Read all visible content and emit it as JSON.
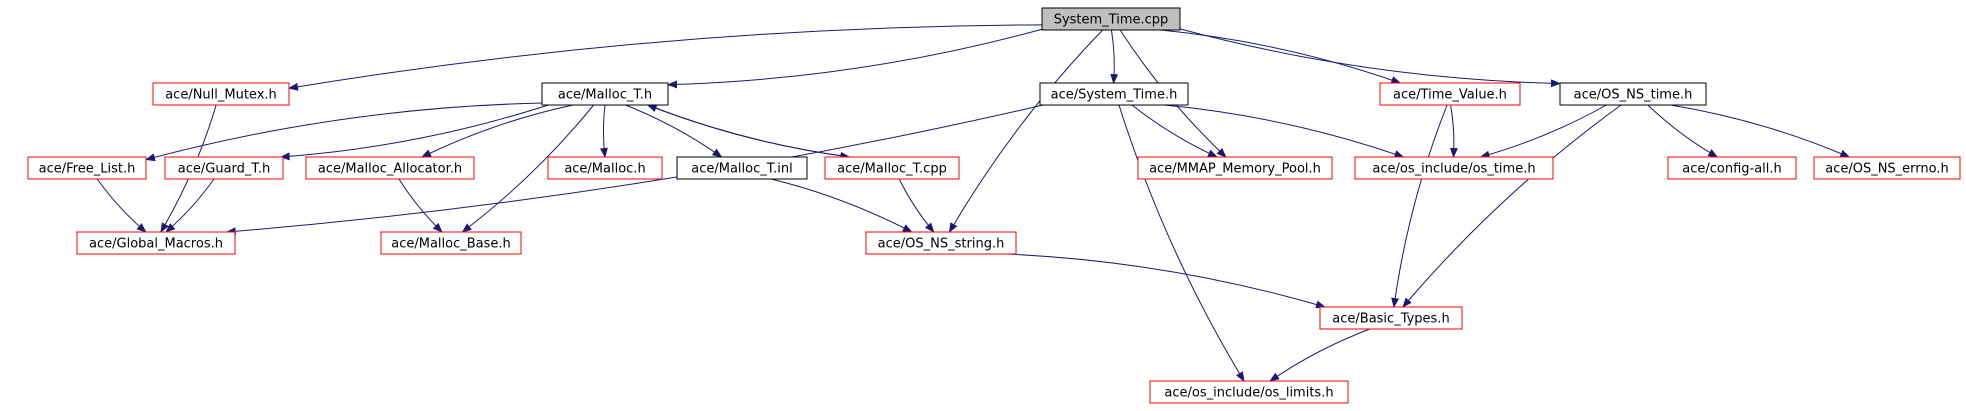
{
  "graph": {
    "title": "System_Time.cpp",
    "colors": {
      "edge": "#191970",
      "focus_fill": "#bfbfbf",
      "focus_border": "#000000",
      "documented_border": "#000000",
      "undocumented_border": "#ff0000",
      "node_fill": "#ffffff"
    },
    "nodes": [
      {
        "id": "system_time_cpp",
        "label": "System_Time.cpp",
        "kind": "focus"
      },
      {
        "id": "null_mutex_h",
        "label": "ace/Null_Mutex.h",
        "kind": "undocumented"
      },
      {
        "id": "malloc_t_h",
        "label": "ace/Malloc_T.h",
        "kind": "documented"
      },
      {
        "id": "system_time_h",
        "label": "ace/System_Time.h",
        "kind": "documented"
      },
      {
        "id": "time_value_h",
        "label": "ace/Time_Value.h",
        "kind": "undocumented"
      },
      {
        "id": "os_ns_time_h",
        "label": "ace/OS_NS_time.h",
        "kind": "documented"
      },
      {
        "id": "free_list_h",
        "label": "ace/Free_List.h",
        "kind": "undocumented"
      },
      {
        "id": "guard_t_h",
        "label": "ace/Guard_T.h",
        "kind": "undocumented"
      },
      {
        "id": "malloc_allocator_h",
        "label": "ace/Malloc_Allocator.h",
        "kind": "undocumented"
      },
      {
        "id": "malloc_h",
        "label": "ace/Malloc.h",
        "kind": "undocumented"
      },
      {
        "id": "malloc_t_inl",
        "label": "ace/Malloc_T.inl",
        "kind": "documented"
      },
      {
        "id": "malloc_t_cpp",
        "label": "ace/Malloc_T.cpp",
        "kind": "undocumented"
      },
      {
        "id": "mmap_memory_pool_h",
        "label": "ace/MMAP_Memory_Pool.h",
        "kind": "undocumented"
      },
      {
        "id": "os_time_h",
        "label": "ace/os_include/os_time.h",
        "kind": "undocumented"
      },
      {
        "id": "config_all_h",
        "label": "ace/config-all.h",
        "kind": "undocumented"
      },
      {
        "id": "os_ns_errno_h",
        "label": "ace/OS_NS_errno.h",
        "kind": "undocumented"
      },
      {
        "id": "global_macros_h",
        "label": "ace/Global_Macros.h",
        "kind": "undocumented"
      },
      {
        "id": "malloc_base_h",
        "label": "ace/Malloc_Base.h",
        "kind": "undocumented"
      },
      {
        "id": "os_ns_string_h",
        "label": "ace/OS_NS_string.h",
        "kind": "undocumented"
      },
      {
        "id": "basic_types_h",
        "label": "ace/Basic_Types.h",
        "kind": "undocumented"
      },
      {
        "id": "os_limits_h",
        "label": "ace/os_include/os_limits.h",
        "kind": "undocumented"
      }
    ],
    "edges": [
      {
        "from": "system_time_cpp",
        "to": "null_mutex_h"
      },
      {
        "from": "system_time_cpp",
        "to": "malloc_t_h"
      },
      {
        "from": "system_time_cpp",
        "to": "os_ns_string_h"
      },
      {
        "from": "system_time_cpp",
        "to": "system_time_h"
      },
      {
        "from": "system_time_cpp",
        "to": "mmap_memory_pool_h"
      },
      {
        "from": "system_time_cpp",
        "to": "time_value_h"
      },
      {
        "from": "system_time_cpp",
        "to": "os_ns_time_h"
      },
      {
        "from": "null_mutex_h",
        "to": "global_macros_h"
      },
      {
        "from": "malloc_t_h",
        "to": "free_list_h"
      },
      {
        "from": "malloc_t_h",
        "to": "guard_t_h"
      },
      {
        "from": "malloc_t_h",
        "to": "malloc_allocator_h"
      },
      {
        "from": "malloc_t_h",
        "to": "malloc_base_h"
      },
      {
        "from": "malloc_t_h",
        "to": "malloc_h"
      },
      {
        "from": "malloc_t_h",
        "to": "malloc_t_inl"
      },
      {
        "from": "malloc_t_h",
        "to": "malloc_t_cpp"
      },
      {
        "from": "malloc_t_cpp",
        "to": "malloc_t_h"
      },
      {
        "from": "malloc_t_cpp",
        "to": "os_ns_string_h"
      },
      {
        "from": "malloc_t_inl",
        "to": "os_ns_string_h"
      },
      {
        "from": "free_list_h",
        "to": "global_macros_h"
      },
      {
        "from": "guard_t_h",
        "to": "global_macros_h"
      },
      {
        "from": "malloc_allocator_h",
        "to": "malloc_base_h"
      },
      {
        "from": "system_time_h",
        "to": "global_macros_h"
      },
      {
        "from": "system_time_h",
        "to": "mmap_memory_pool_h"
      },
      {
        "from": "system_time_h",
        "to": "os_time_h"
      },
      {
        "from": "system_time_h",
        "to": "os_limits_h"
      },
      {
        "from": "time_value_h",
        "to": "os_time_h"
      },
      {
        "from": "time_value_h",
        "to": "basic_types_h"
      },
      {
        "from": "os_ns_time_h",
        "to": "os_time_h"
      },
      {
        "from": "os_ns_time_h",
        "to": "config_all_h"
      },
      {
        "from": "os_ns_time_h",
        "to": "os_ns_errno_h"
      },
      {
        "from": "os_ns_time_h",
        "to": "basic_types_h"
      },
      {
        "from": "os_ns_string_h",
        "to": "basic_types_h"
      },
      {
        "from": "basic_types_h",
        "to": "os_limits_h"
      }
    ]
  }
}
